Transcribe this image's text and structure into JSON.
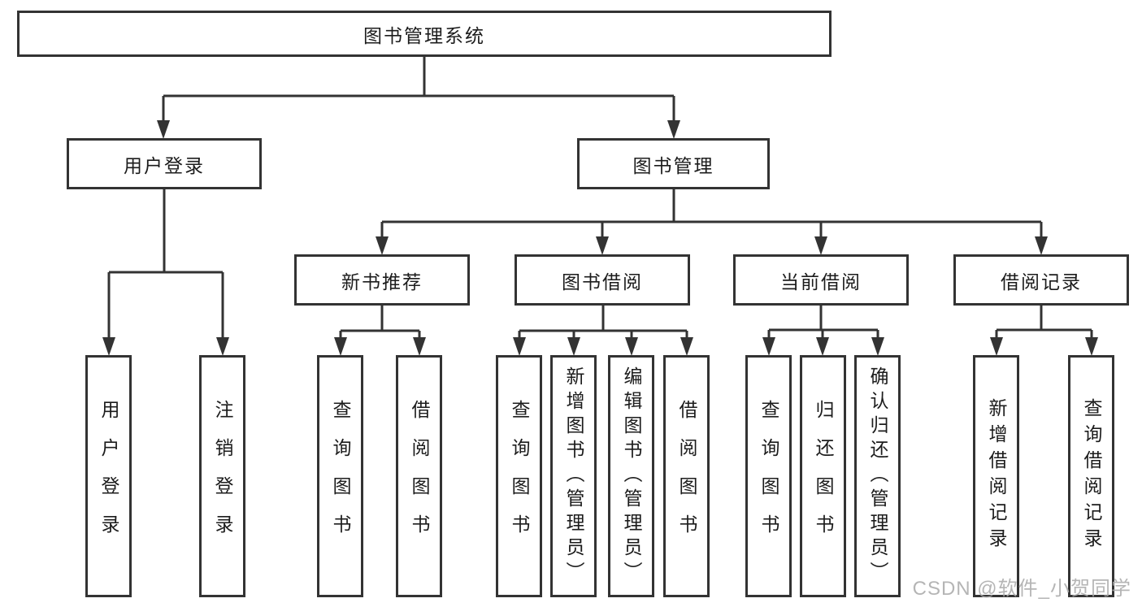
{
  "diagram": {
    "type": "hierarchy",
    "root": {
      "label": "图书管理系统"
    },
    "level2": [
      {
        "label": "用户登录"
      },
      {
        "label": "图书管理"
      }
    ],
    "level3": [
      {
        "label": "新书推荐"
      },
      {
        "label": "图书借阅"
      },
      {
        "label": "当前借阅"
      },
      {
        "label": "借阅记录"
      }
    ],
    "leaves": [
      {
        "label": "用户登录",
        "parent": "用户登录"
      },
      {
        "label": "注销登录",
        "parent": "用户登录"
      },
      {
        "label": "查询图书",
        "parent": "新书推荐"
      },
      {
        "label": "借阅图书",
        "parent": "新书推荐"
      },
      {
        "label": "查询图书",
        "parent": "图书借阅"
      },
      {
        "label": "新增图书（管理员）",
        "parent": "图书借阅"
      },
      {
        "label": "编辑图书（管理员）",
        "parent": "图书借阅"
      },
      {
        "label": "借阅图书",
        "parent": "图书借阅"
      },
      {
        "label": "查询图书",
        "parent": "当前借阅"
      },
      {
        "label": "归还图书",
        "parent": "当前借阅"
      },
      {
        "label": "确认归还（管理员）",
        "parent": "当前借阅"
      },
      {
        "label": "新增借阅记录",
        "parent": "借阅记录"
      },
      {
        "label": "查询借阅记录",
        "parent": "借阅记录"
      }
    ]
  },
  "watermark": {
    "text": "CSDN @软件_小贺同学"
  },
  "colors": {
    "line": "#333333",
    "text": "#1c1c1c",
    "watermark": "#a9a9a9",
    "background": "#ffffff"
  }
}
